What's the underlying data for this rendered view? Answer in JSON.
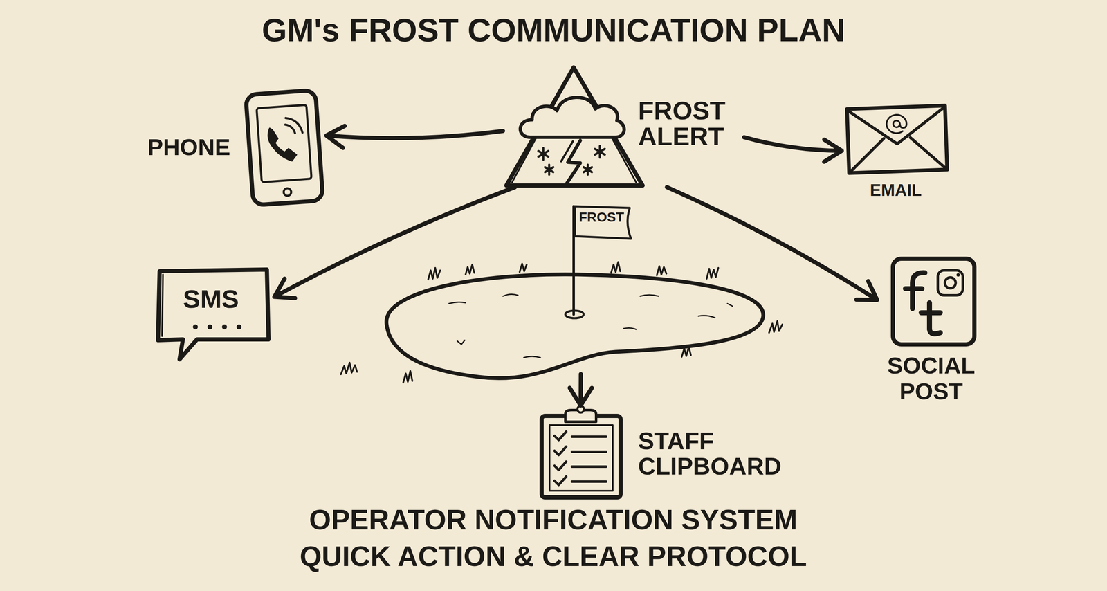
{
  "diagram": {
    "title": "GM's FROST COMMUNICATION PLAN",
    "caption": "OPERATOR NOTIFICATION SYSTEM QUICK ACTION & CLEAR PROTOCOL",
    "nodes": [
      {
        "text": [
          "FROST ALERT"
        ]
      },
      {
        "text": [
          "PHONE"
        ]
      },
      {
        "text": [
          "EMAIL"
        ]
      },
      {
        "text": [
          "SMS"
        ]
      },
      {
        "text": [
          "FROST"
        ]
      },
      {
        "text": [
          "SOCIAL POST"
        ]
      },
      {
        "text": [
          "STAFF CLIPBOARD"
        ]
      }
    ],
    "edges": [
      {
        "from": 0,
        "to": 1,
        "arrow": "to"
      },
      {
        "from": 0,
        "to": 2,
        "arrow": "to"
      },
      {
        "from": 0,
        "to": 3,
        "arrow": "to"
      },
      {
        "from": 0,
        "to": 5,
        "arrow": "to"
      },
      {
        "from": 4,
        "to": 6,
        "arrow": "to"
      }
    ]
  }
}
